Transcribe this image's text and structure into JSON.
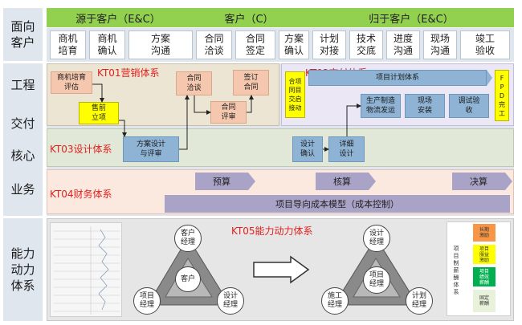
{
  "left_labels": {
    "face": "面向\n客户",
    "eng": "工程",
    "delivery": "交付",
    "core": "核心",
    "biz": "业务",
    "cap": "能力\n动力\n体系"
  },
  "top_bar": {
    "seg1": "源于客户（E&C）",
    "seg2": "客户（C）",
    "seg3": "归于客户（E&C）"
  },
  "header_cells": [
    "商机\n培育",
    "商机\n确认",
    "方案\n沟通",
    "合同\n洽谈",
    "合同\n签定",
    "方案\n确认",
    "计划\n对接",
    "技术\n交底",
    "进度\n沟通",
    "现场\n沟通",
    "竣工\n验收"
  ],
  "kt01": {
    "title": "KT01营销体系",
    "n1": "商机培育\n评估",
    "n2": "售前\n立项",
    "n3": "合同\n洽谈",
    "n4": "签订\n合同",
    "n5": "合同\n评审"
  },
  "kt02": {
    "title": "KT02交付体系",
    "n1": "合项\n同目\n交启\n接动",
    "plan": "项目计划体系",
    "prod": "生产制造\n物流发运",
    "site": "现场\n安装",
    "debug": "调试验\n收",
    "fpd": "F\nP\nD\n完\n工"
  },
  "kt03": {
    "title": "KT03设计体系",
    "n1": "方案设计\n与评审",
    "n2": "设计\n确认",
    "n3": "详细\n设计"
  },
  "kt04": {
    "title": "KT04财务体系",
    "budget": "预算",
    "verify": "核算",
    "final": "决算",
    "cost": "项目导向成本模型（成本控制）"
  },
  "kt05": {
    "title": "KT05能力动力体系",
    "left": {
      "top": "客户\n经理",
      "center": "客户",
      "bl": "项目\n经理",
      "br": "设计\n经理"
    },
    "right": {
      "top": "设计\n经理",
      "center": "项目\n经理",
      "bl": "施工\n经理",
      "br": "计划\n经理"
    },
    "incentive": {
      "label": "项\n目\n制\n薪\n酬\n体\n系",
      "items": [
        "长期\n激励",
        "项目\n服益\n激励",
        "项目\n绩效\n薪酬",
        "固定\n薪酬"
      ]
    }
  },
  "colors": {
    "green": "#92d050",
    "panel": "#dfe6ee",
    "orange": "#f4c7ae",
    "yellow": "#ffff00",
    "blue": "#8eb3d4",
    "purple": "#a9a3c8",
    "red": "#e0201c"
  }
}
